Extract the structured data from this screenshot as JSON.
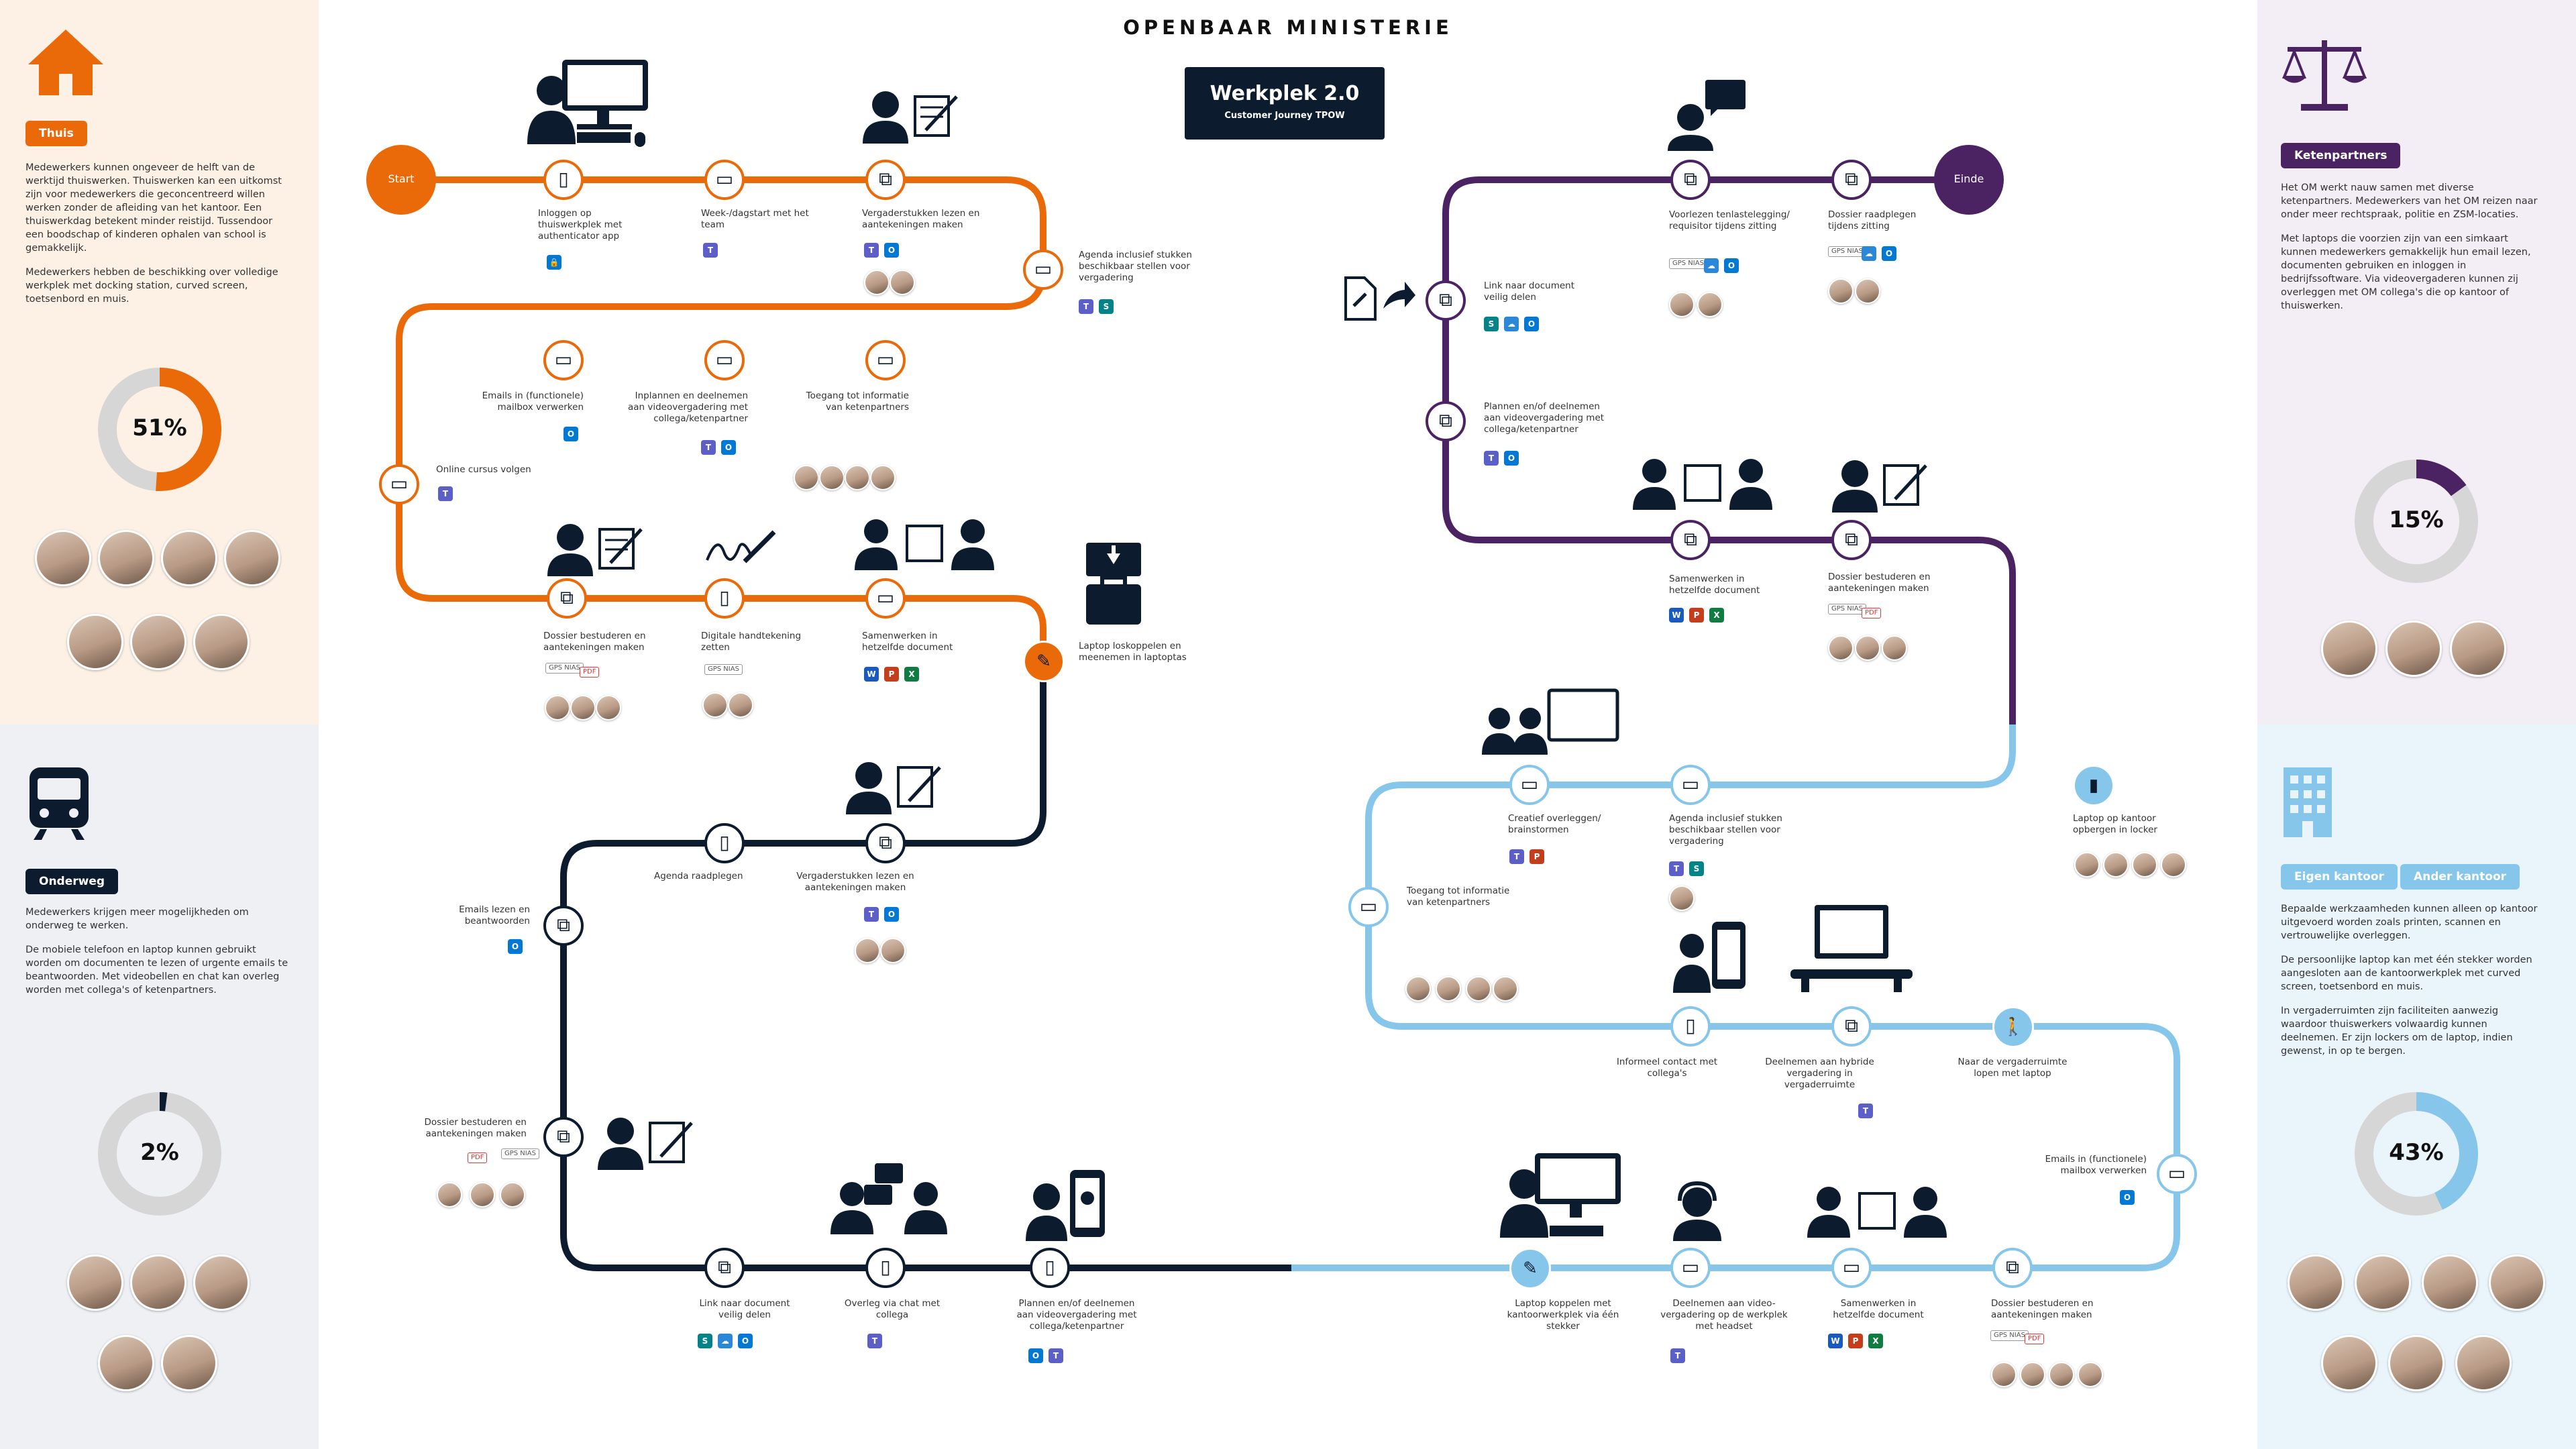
{
  "header": "OPENBAAR MINISTERIE",
  "title": {
    "main": "Werkplek 2.0",
    "sub": "Customer Journey TPOW"
  },
  "colors": {
    "thuis": "#ea6a0a",
    "onderweg": "#0d1b2e",
    "keten": "#4b2262",
    "kantoor": "#86c6ea",
    "grey": "#d6d6d6"
  },
  "panels": {
    "thuis": {
      "badge": "Thuis",
      "icon": "house-icon",
      "percent": "51%",
      "percent_value": 51,
      "paragraphs": [
        "Medewerkers kunnen ongeveer de helft van de werktijd thuiswerken. Thuiswerken kan een uitkomst zijn voor medewerkers die geconcentreerd willen werken zonder de afleiding van het kantoor. Een thuiswerkdag betekent minder reistijd. Tussendoor een boodschap of kinderen ophalen van school is gemakkelijk.",
        "Medewerkers hebben de beschikking over volledige werkplek met docking station, curved screen, toetsenbord en muis."
      ]
    },
    "onderweg": {
      "badge": "Onderweg",
      "icon": "train-icon",
      "percent": "2%",
      "percent_value": 2,
      "paragraphs": [
        "Medewerkers krijgen meer mogelijkheden om onderweg te werken.",
        "De mobiele telefoon en laptop kunnen gebruikt worden om documenten te lezen of urgente emails te beantwoorden. Met videobellen en chat kan overleg worden met collega's of ketenpartners."
      ]
    },
    "keten": {
      "badge": "Ketenpartners",
      "icon": "scales-icon",
      "percent": "15%",
      "percent_value": 15,
      "paragraphs": [
        "Het OM werkt nauw samen met diverse ketenpartners. Medewerkers van het OM reizen naar onder meer rechtspraak, politie en ZSM-locaties.",
        "Met laptops die voorzien zijn van een simkaart kunnen medewerkers gemakkelijk hun email lezen, documenten gebruiken en inloggen in bedrijfssoftware. Via videovergaderen kunnen zij overleggen met OM collega's die op kantoor of thuiswerken."
      ]
    },
    "kantoor": {
      "badge1": "Eigen kantoor",
      "badge2": "Ander kantoor",
      "icon": "building-icon",
      "percent": "43%",
      "percent_value": 43,
      "paragraphs": [
        "Bepaalde werkzaamheden kunnen alleen op kantoor uitgevoerd worden zoals printen, scannen en vertrouwelijke overleggen.",
        "De persoonlijke laptop kan met één stekker worden aangesloten aan de kantoorwerkplek met curved screen, toetsenbord en muis.",
        "In vergaderruimten zijn faciliteiten aanwezig waardoor thuiswerkers volwaardig kunnen deelnemen. Er zijn lockers om de laptop, indien gewenst, in op te bergen."
      ]
    }
  },
  "start": "Start",
  "einde": "Einde",
  "steps": {
    "s1": "Inloggen op thuiswerkplek met authenticator app",
    "s2": "Week-/dagstart met het team",
    "s3": "Vergaderstukken lezen en aantekeningen maken",
    "s4": "Agenda inclusief stukken beschikbaar stellen voor vergadering",
    "s5": "Toegang tot informatie van ketenpartners",
    "s6": "Inplannen en deelnemen aan videovergadering met collega/ketenpartner",
    "s7": "Emails in (functionele) mailbox verwerken",
    "s8": "Online cursus volgen",
    "s9": "Dossier bestuderen en aantekeningen maken",
    "s10": "Digitale handtekening zetten",
    "s11": "Samenwerken in hetzelfde document",
    "s12": "Laptop loskoppelen en meenemen in laptoptas",
    "s13": "Agenda raadplegen",
    "s14": "Vergaderstukken lezen en aantekeningen maken",
    "s15": "Emails lezen en beantwoorden",
    "s16": "Dossier bestuderen en aantekeningen maken",
    "s17": "Link naar document veilig delen",
    "s18": "Overleg via chat met collega",
    "s19": "Plannen en/of deelnemen aan videovergadering met collega/ketenpartner",
    "s20": "Laptop koppelen met kantoorwerkplek via één stekker",
    "s21": "Deelnemen aan video-vergadering op de werkplek met headset",
    "s22": "Samenwerken in hetzelfde document",
    "s23": "Dossier bestuderen en aantekeningen maken",
    "s24": "Emails in (functionele) mailbox verwerken",
    "s25": "Informeel contact met collega's",
    "s26": "Deelnemen aan hybride vergadering in vergaderruimte",
    "s27": "Naar de vergaderruimte lopen met laptop",
    "s28": "Toegang tot informatie van ketenpartners",
    "s29": "Creatief overleggen/ brainstormen",
    "s30": "Agenda inclusief stukken beschikbaar stellen voor vergadering",
    "s31": "Laptop op kantoor opbergen in locker",
    "s32": "Samenwerken in hetzelfde document",
    "s33": "Dossier bestuderen en aantekeningen maken",
    "s34": "Plannen en/of deelnemen aan videovergadering met collega/ketenpartner",
    "s35": "Link naar document veilig delen",
    "s36": "Voorlezen tenlastelegging/ requisitor tijdens zitting",
    "s37": "Dossier raadplegen tijdens zitting"
  },
  "tags": {
    "gps": "GPS NIAS",
    "pdf": "PDF"
  }
}
